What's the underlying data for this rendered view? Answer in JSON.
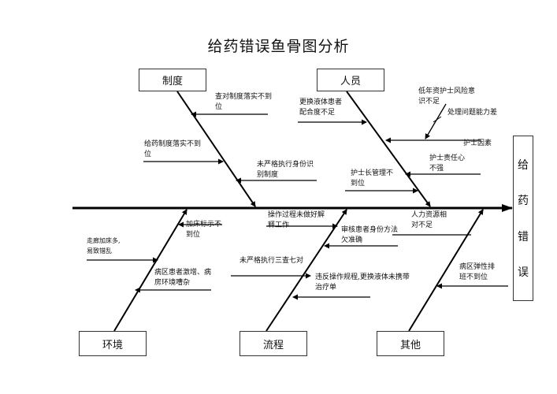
{
  "title": "给药错误鱼骨图分析",
  "effect": "给药错误",
  "categories": {
    "system": "制度",
    "personnel": "人员",
    "environment": "环境",
    "process": "流程",
    "other": "其他"
  },
  "causes": {
    "system_1": [
      "查对制度落实不到",
      "位"
    ],
    "system_2": [
      "给药制度落实不到",
      "位"
    ],
    "system_3": [
      "未严格执行身份识",
      "别制度"
    ],
    "personnel_1": [
      "更换液体患者",
      "配合度不足"
    ],
    "personnel_2": [
      "低年资护士风险意",
      "识不足"
    ],
    "personnel_3": [
      "处理问题能力差"
    ],
    "personnel_4": [
      "护士因素"
    ],
    "personnel_5": [
      "护士责任心",
      "不强"
    ],
    "personnel_6": [
      "护士长管理不",
      "到位"
    ],
    "personnel_7": [
      "人力资源相",
      "对不足"
    ],
    "environment_1": [
      "加床标示不",
      "到位"
    ],
    "environment_2": [
      "走廊加床多,",
      "易致错乱"
    ],
    "environment_3": [
      "病区患者激增、病",
      "房环境嘈杂"
    ],
    "process_1": [
      "操作过程未做好解",
      "释工作"
    ],
    "process_2": [
      "审核患者身份方法",
      "欠准确"
    ],
    "process_3": [
      "未严格执行三查七对"
    ],
    "process_4": [
      "违反操作规程,更换液体未携带",
      "治疗单"
    ],
    "other_1": [
      "病区弹性排",
      "班不到位"
    ]
  }
}
